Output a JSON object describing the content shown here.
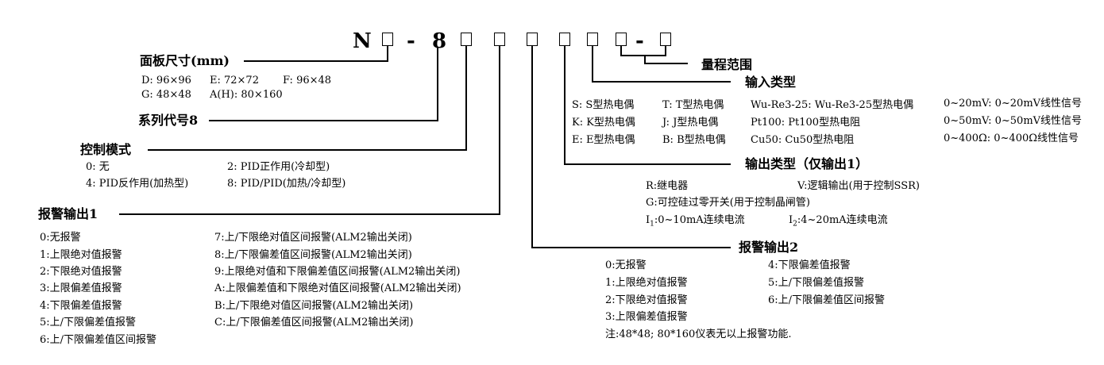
{
  "model_code": {
    "prefix": "N",
    "dash": "-",
    "digit": "8",
    "dash2": "-"
  },
  "panel": {
    "title": "面板尺寸(mm)",
    "row1": [
      "D: 96×96",
      "E: 72×72",
      "F: 96×48"
    ],
    "row2": [
      "G: 48×48",
      "A(H): 80×160"
    ]
  },
  "series": {
    "title": "系列代号8"
  },
  "control": {
    "title": "控制模式",
    "items": [
      "0: 无",
      "2: PID正作用(冷却型)",
      "4: PID反作用(加热型)",
      "8: PID/PID(加热/冷却型)"
    ]
  },
  "alarm1": {
    "title": "报警输出1",
    "left": [
      "0:无报警",
      "1:上限绝对值报警",
      "2:下限绝对值报警",
      "3:上限偏差值报警",
      "4:下限偏差值报警",
      "5:上/下限偏差值报警",
      "6:上/下限偏差值区间报警"
    ],
    "right": [
      "7:上/下限绝对值区间报警(ALM2输出关闭)",
      "8:上/下限偏差值区间报警(ALM2输出关闭)",
      "9:上限绝对值和下限偏差值区间报警(ALM2输出关闭)",
      "A:上限偏差值和下限绝对值区间报警(ALM2输出关闭)",
      "B:上/下限绝对值区间报警(ALM2输出关闭)",
      "C:上/下限偏差值区间报警(ALM2输出关闭)"
    ]
  },
  "range": {
    "title": "量程范围"
  },
  "input": {
    "title": "输入类型",
    "col1": [
      "S: S型热电偶",
      "K: K型热电偶",
      "E: E型热电偶"
    ],
    "col2": [
      "T: T型热电偶",
      "J: J型热电偶",
      "B: B型热电偶"
    ],
    "col3": [
      "Wu-Re3-25: Wu-Re3-25型热电偶",
      "Pt100: Pt100型热电阻",
      "Cu50: Cu50型热电阻"
    ],
    "col4": [
      "0~20mV: 0~20mV线性信号",
      "0~50mV: 0~50mV线性信号",
      "0~400Ω: 0~400Ω线性信号"
    ]
  },
  "output": {
    "title": "输出类型（仅输出1）",
    "r_item": "R:继电器",
    "v_item": "V:逻辑输出(用于控制SSR)",
    "g_item": "G:可控硅过零开关(用于控制晶闸管)",
    "i1_item": "I",
    "i1_sub": "1",
    "i1_rest": ":0~10mA连续电流",
    "i2_item": "I",
    "i2_sub": "2",
    "i2_rest": ":4~20mA连续电流"
  },
  "alarm2": {
    "title": "报警输出2",
    "left": [
      "0:无报警",
      "1:上限绝对值报警",
      "2:下限绝对值报警",
      "3:上限偏差值报警"
    ],
    "right": [
      "4:下限偏差值报警",
      "5:上/下限偏差值报警",
      "6:上/下限偏差值区间报警"
    ],
    "note": "注:48*48; 80*160仪表无以上报警功能."
  }
}
